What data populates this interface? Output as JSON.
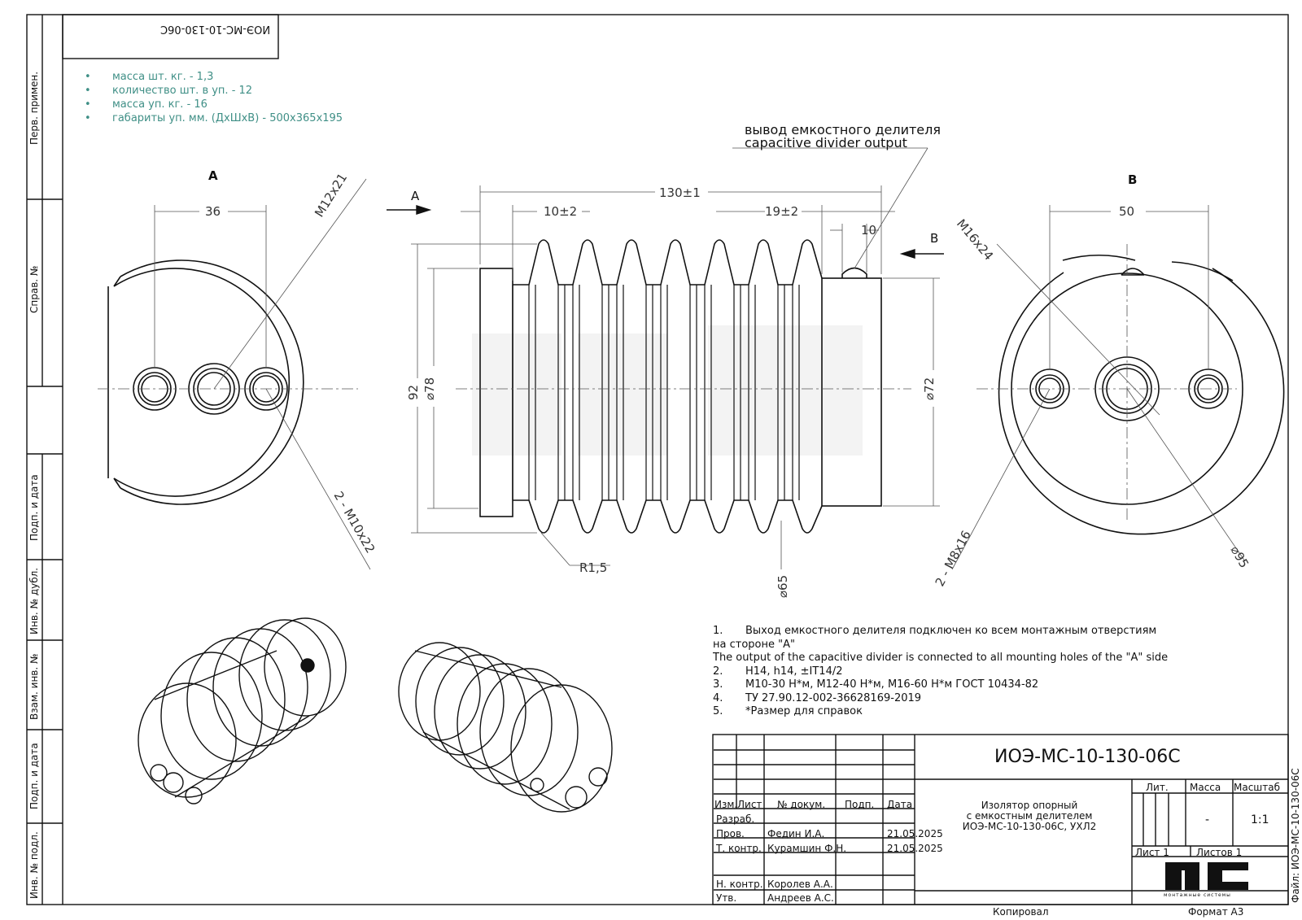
{
  "stamp_top": "ИОЭ-МС-10-130-06С",
  "side_columns": {
    "perv_primen": "Перв. примен.",
    "sprav_no": "Справ. №",
    "podp_data_1": "Подп. и дата",
    "inv_dubl": "Инв. № дубл.",
    "vzam_inv": "Взам. инв. №",
    "podp_data_2": "Подп. и дата",
    "inv_podl": "Инв. № подл."
  },
  "packing_notes": [
    "масса шт. кг. - 1,3",
    "количество шт. в уп. - 12",
    "масса уп. кг. - 16",
    "габариты уп. мм. (ДхШхВ) - 500х365х195"
  ],
  "views": {
    "view_a_label": "A",
    "view_b_label": "B",
    "arrow_a": "A",
    "arrow_b": "B"
  },
  "leader_note": {
    "ru": "вывод емкостного делителя",
    "en": "capacitive divider output"
  },
  "dimensions": {
    "a_36": "36",
    "a_m12": "M12x21",
    "a_m10": "2 - M10x22",
    "len_130": "130±1",
    "len_10_2": "10±2",
    "len_19_2": "19±2",
    "len_10": "10",
    "h_92": "92",
    "d_78": "⌀78",
    "d_72": "⌀72",
    "d_65": "⌀65",
    "r15": "R1,5",
    "b_50": "50",
    "b_m16": "M16x24",
    "b_m8": "2 - M8x16",
    "b_d95": "⌀95"
  },
  "tech_notes": [
    {
      "n": "1.",
      "text": "Выход емкостного делителя подключен ко всем монтажным отверстиям"
    },
    {
      "n": "",
      "text": "на стороне \"А\""
    },
    {
      "n": "",
      "text": "The output of the capacitive divider is connected to all mounting holes of the \"A\" side"
    },
    {
      "n": "2.",
      "text": "H14, h14, ±IT14/2"
    },
    {
      "n": "3.",
      "text": "M10-30 Н*м, М12-40 Н*м, М16-60 Н*м ГОСТ 10434-82"
    },
    {
      "n": "4.",
      "text": "ТУ 27.90.12-002-36628169-2019"
    },
    {
      "n": "5.",
      "text": "*Размер для справок"
    }
  ],
  "title_block": {
    "designation": "ИОЭ-МС-10-130-06С",
    "name_line1": "Изолятор опорный",
    "name_line2": "с емкостным делителем",
    "name_line3": "ИОЭ-МС-10-130-06С, УХЛ2",
    "hdr_izm": "Изм.",
    "hdr_list": "Лист",
    "hdr_dokum": "№ докум.",
    "hdr_podp": "Подп.",
    "hdr_data": "Дата",
    "razrab": "Разраб.",
    "prov": "Пров.",
    "prov_name": "Федин И.А.",
    "prov_date": "21.05.2025",
    "tkontr": "Т. контр.",
    "tkontr_name": "Курамшин Ф.Н.",
    "tkontr_date": "21.05.2025",
    "nkontr": "Н. контр.",
    "nkontr_name": "Королев А.А.",
    "utv": "Утв.",
    "utv_name": "Андреев А.С.",
    "lit": "Лит.",
    "massa": "Масса",
    "masshtab": "Масштаб",
    "massa_val": "-",
    "scale_val": "1:1",
    "list": "Лист 1",
    "listov": "Листов 1",
    "logo_sub": "монтажные системы",
    "kopiroval": "Копировал",
    "format": "Формат А3",
    "file": "Файл: ИОЭ-МС-10-130-06С"
  }
}
